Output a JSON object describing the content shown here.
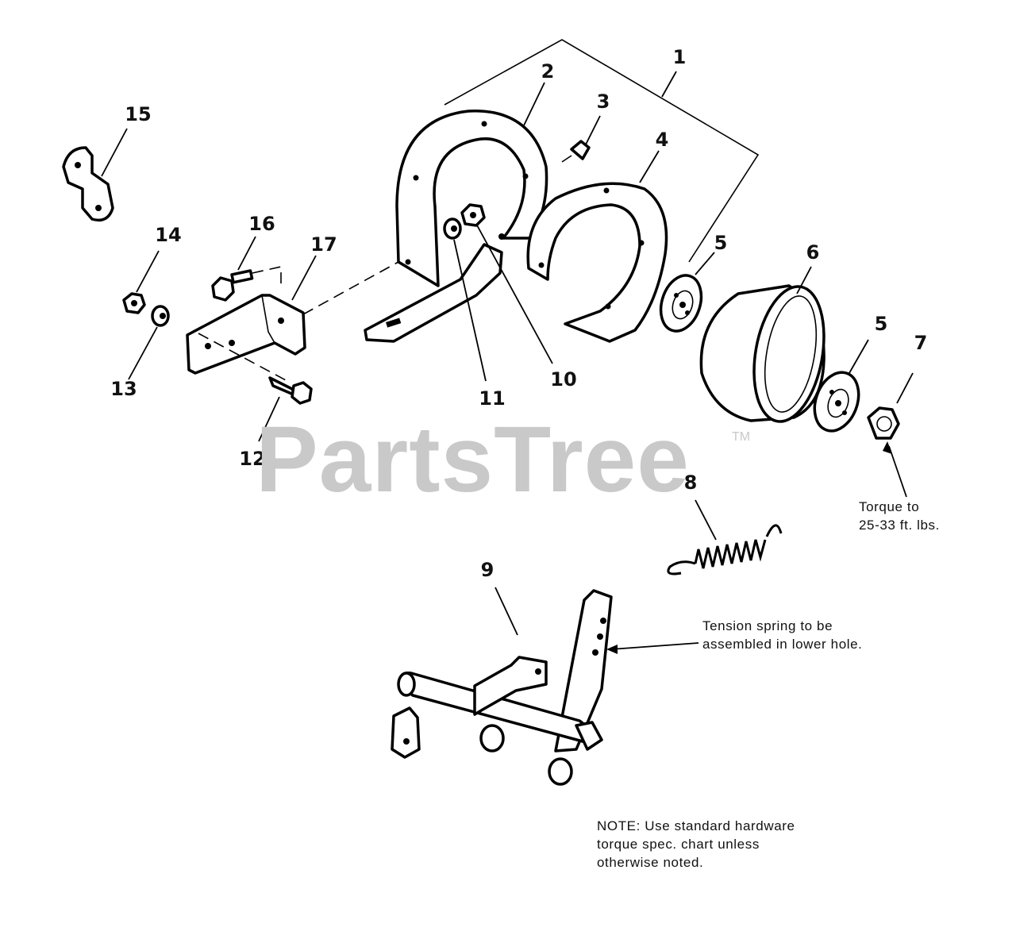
{
  "watermark": {
    "text": "PartsTree",
    "trademark": "TM"
  },
  "callouts": [
    "1",
    "2",
    "3",
    "4",
    "5",
    "5",
    "6",
    "7",
    "8",
    "9",
    "10",
    "11",
    "12",
    "13",
    "14",
    "15",
    "16",
    "17"
  ],
  "notes": {
    "torque": [
      "Torque to",
      "25-33 ft. lbs."
    ],
    "tension": [
      "Tension spring to be",
      "assembled in lower hole."
    ],
    "hardware": [
      "NOTE:  Use standard hardware",
      "torque spec. chart unless",
      "otherwise noted."
    ]
  },
  "icons": {
    "brake-band": "part-2",
    "cap-screw": "part-3",
    "band-liner": "part-4",
    "drum-hub": "part-5",
    "brake-drum": "part-6",
    "flange-nut": "part-7",
    "tension-spring": "part-8",
    "brake-lever-assembly": "part-9",
    "nut": "part-10",
    "washer": "part-11",
    "screw": "part-12",
    "washer-small": "part-13",
    "nut-small": "part-14",
    "clip": "part-15",
    "bolt": "part-16",
    "bracket": "part-17"
  },
  "colors": {
    "ink": "#000000",
    "watermark": "#c9c9c9",
    "background": "#ffffff"
  }
}
